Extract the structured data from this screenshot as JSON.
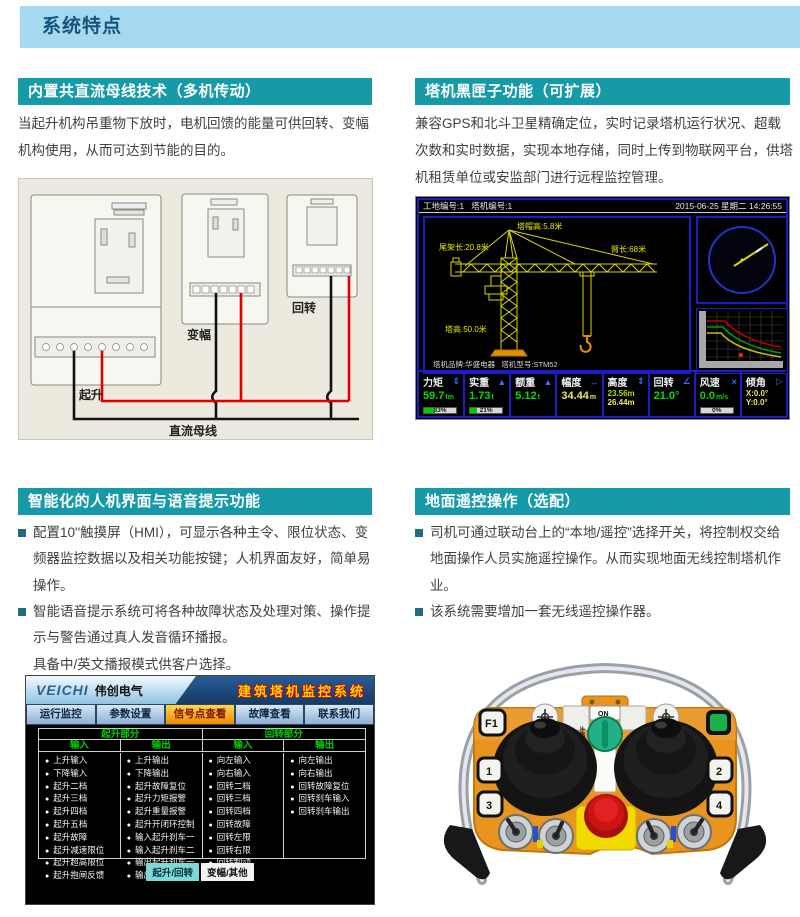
{
  "page": {
    "header_title": "系统特点"
  },
  "dc_bus": {
    "title": "内置共直流母线技术（多机传动）",
    "body": "当起升机构吊重物下放时，电机回馈的能量可供回转、变幅机构使用，从而可达到节能的目的。",
    "diagram": {
      "hoist": "起升",
      "luffing": "变幅",
      "slewing": "回转",
      "bus": "直流母线"
    }
  },
  "black_box": {
    "title": "塔机黑匣子功能（可扩展）",
    "body": "兼容GPS和北斗卫星精确定位，实时记录塔机运行状况、超载次数和实时数据，实现本地存储，同时上传到物联网平台，供塔机租赁单位或安监部门进行远程监控管理。",
    "monitor": {
      "site_no": "工地编号:1",
      "crane_no": "塔机编号:1",
      "datetime": "2015-06-25 星期二 14:26:55",
      "crane": {
        "apex": "塔帽高:5.8米",
        "tail": "尾架长:20.8米",
        "jib": "臂长:68米",
        "tower": "塔高:50.0米"
      },
      "brand": "塔机品牌:华盛电器",
      "model": "塔机型号:STM52",
      "metrics": [
        {
          "label": "力矩",
          "icon": "⇕",
          "value": "59.7",
          "unit": "tm",
          "bar": "33%"
        },
        {
          "label": "实重",
          "icon": "▲",
          "value": "1.73",
          "unit": "t",
          "bar": "21%"
        },
        {
          "label": "额重",
          "icon": "▲",
          "value": "5.12",
          "unit": "t"
        },
        {
          "label": "幅度",
          "icon": "↔",
          "value": "34.44",
          "unit": "m"
        },
        {
          "label": "高度",
          "icon": "⇕",
          "value": "23.56m",
          "value2": "26.44m"
        },
        {
          "label": "回转",
          "icon": "∠",
          "value": "21.0°",
          "unit": ""
        },
        {
          "label": "风速",
          "icon": "×",
          "value": "0.0",
          "unit": "m/s",
          "bar": "0%"
        },
        {
          "label": "倾角",
          "icon": "▷",
          "value": "X:0.0°",
          "value2": "Y:0.0°"
        }
      ]
    }
  },
  "hmi": {
    "title": "智能化的人机界面与语音提示功能",
    "bullets": [
      "配置10''触摸屏（HMI），可显示各种主令、限位状态、变频器监控数据以及相关功能按键；人机界面友好，简单易操作。",
      "智能语音提示系统可将各种故障状态及处理对策、操作提示与警告通过真人发音循环播报。"
    ],
    "note": "具备中/英文播报模式供客户选择。",
    "screen": {
      "logo": "VEICHI",
      "logo_cn": "伟创电气",
      "screen_title": "建筑塔机监控系统",
      "tabs": [
        "运行监控",
        "参数设置",
        "信号点查看",
        "故障查看",
        "联系我们"
      ],
      "active_tab": "信号点查看",
      "group_titles": [
        "起升部分",
        "回转部分"
      ],
      "io_headers": [
        "输入",
        "输出",
        "输入",
        "输出"
      ],
      "hoist_inputs": [
        "上升输入",
        "下降输入",
        "起升二档",
        "起升三档",
        "起升四档",
        "起升五档",
        "起升故障",
        "起升减速限位",
        "起升超高限位",
        "起升抱闸反馈"
      ],
      "hoist_outputs": [
        "上升输出",
        "下降输出",
        "起升故障复位",
        "起升力矩报警",
        "起升重量报警",
        "起升开闭环控制",
        "输入起升刹车一",
        "输入起升刹车二",
        "输出起升刹车一",
        "输出起升刹车二"
      ],
      "slew_inputs": [
        "向左输入",
        "向右输入",
        "回转二档",
        "回转三档",
        "回转四档",
        "回转故障",
        "回转左限",
        "回转右限",
        "回转制动"
      ],
      "slew_outputs": [
        "向左输出",
        "向右输出",
        "回转故障复位",
        "回转刹车输入",
        "回转刹车输出"
      ],
      "bottom_tabs": [
        "起升/回转",
        "变幅/其他"
      ]
    }
  },
  "remote": {
    "title": "地面遥控操作（选配）",
    "bullets": [
      "司机可通过联动台上的“本地/遥控”选择开关，将控制权交给地面操作人员实施遥控操作。从而实现地面无线控制塔机作业。",
      "该系统需要增加一套无线遥控操作器。"
    ],
    "controller": {
      "f1": "F1",
      "b1": "1",
      "b3": "3",
      "b2": "2",
      "b4": "4",
      "on": "ON",
      "off": "OFF"
    }
  }
}
